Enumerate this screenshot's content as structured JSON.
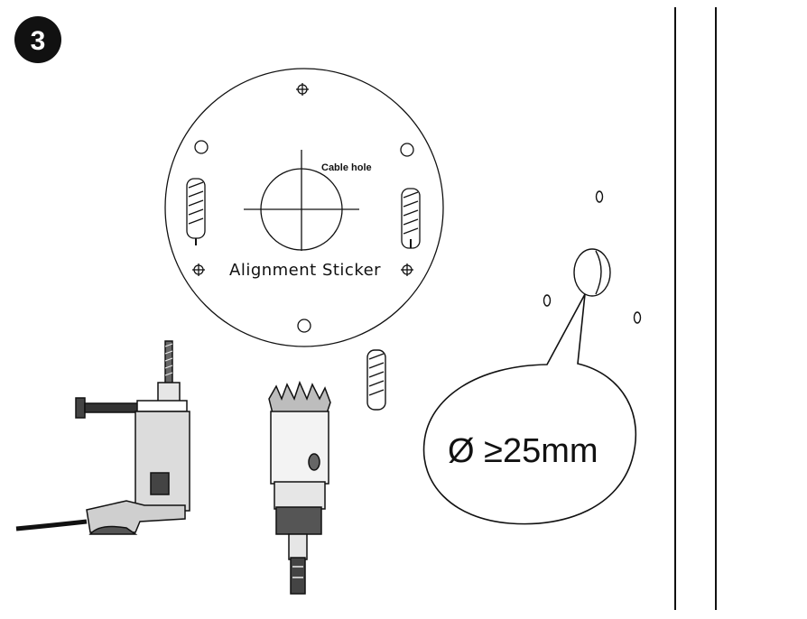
{
  "step": {
    "number": "3"
  },
  "sticker": {
    "cable_hole_label": "Cable hole",
    "alignment_label": "Alignment Sticker"
  },
  "callout": {
    "diameter_label": "Ø ≥25mm"
  },
  "colors": {
    "ink": "#111111",
    "tool_grey": "#d9d9d9",
    "dark_grey": "#555555",
    "paper": "#ffffff"
  },
  "icons": [
    "step-number-badge",
    "alignment-sticker",
    "drill-icon",
    "hole-saw-icon",
    "wall-anchor-icon",
    "wall-hole-icon"
  ]
}
